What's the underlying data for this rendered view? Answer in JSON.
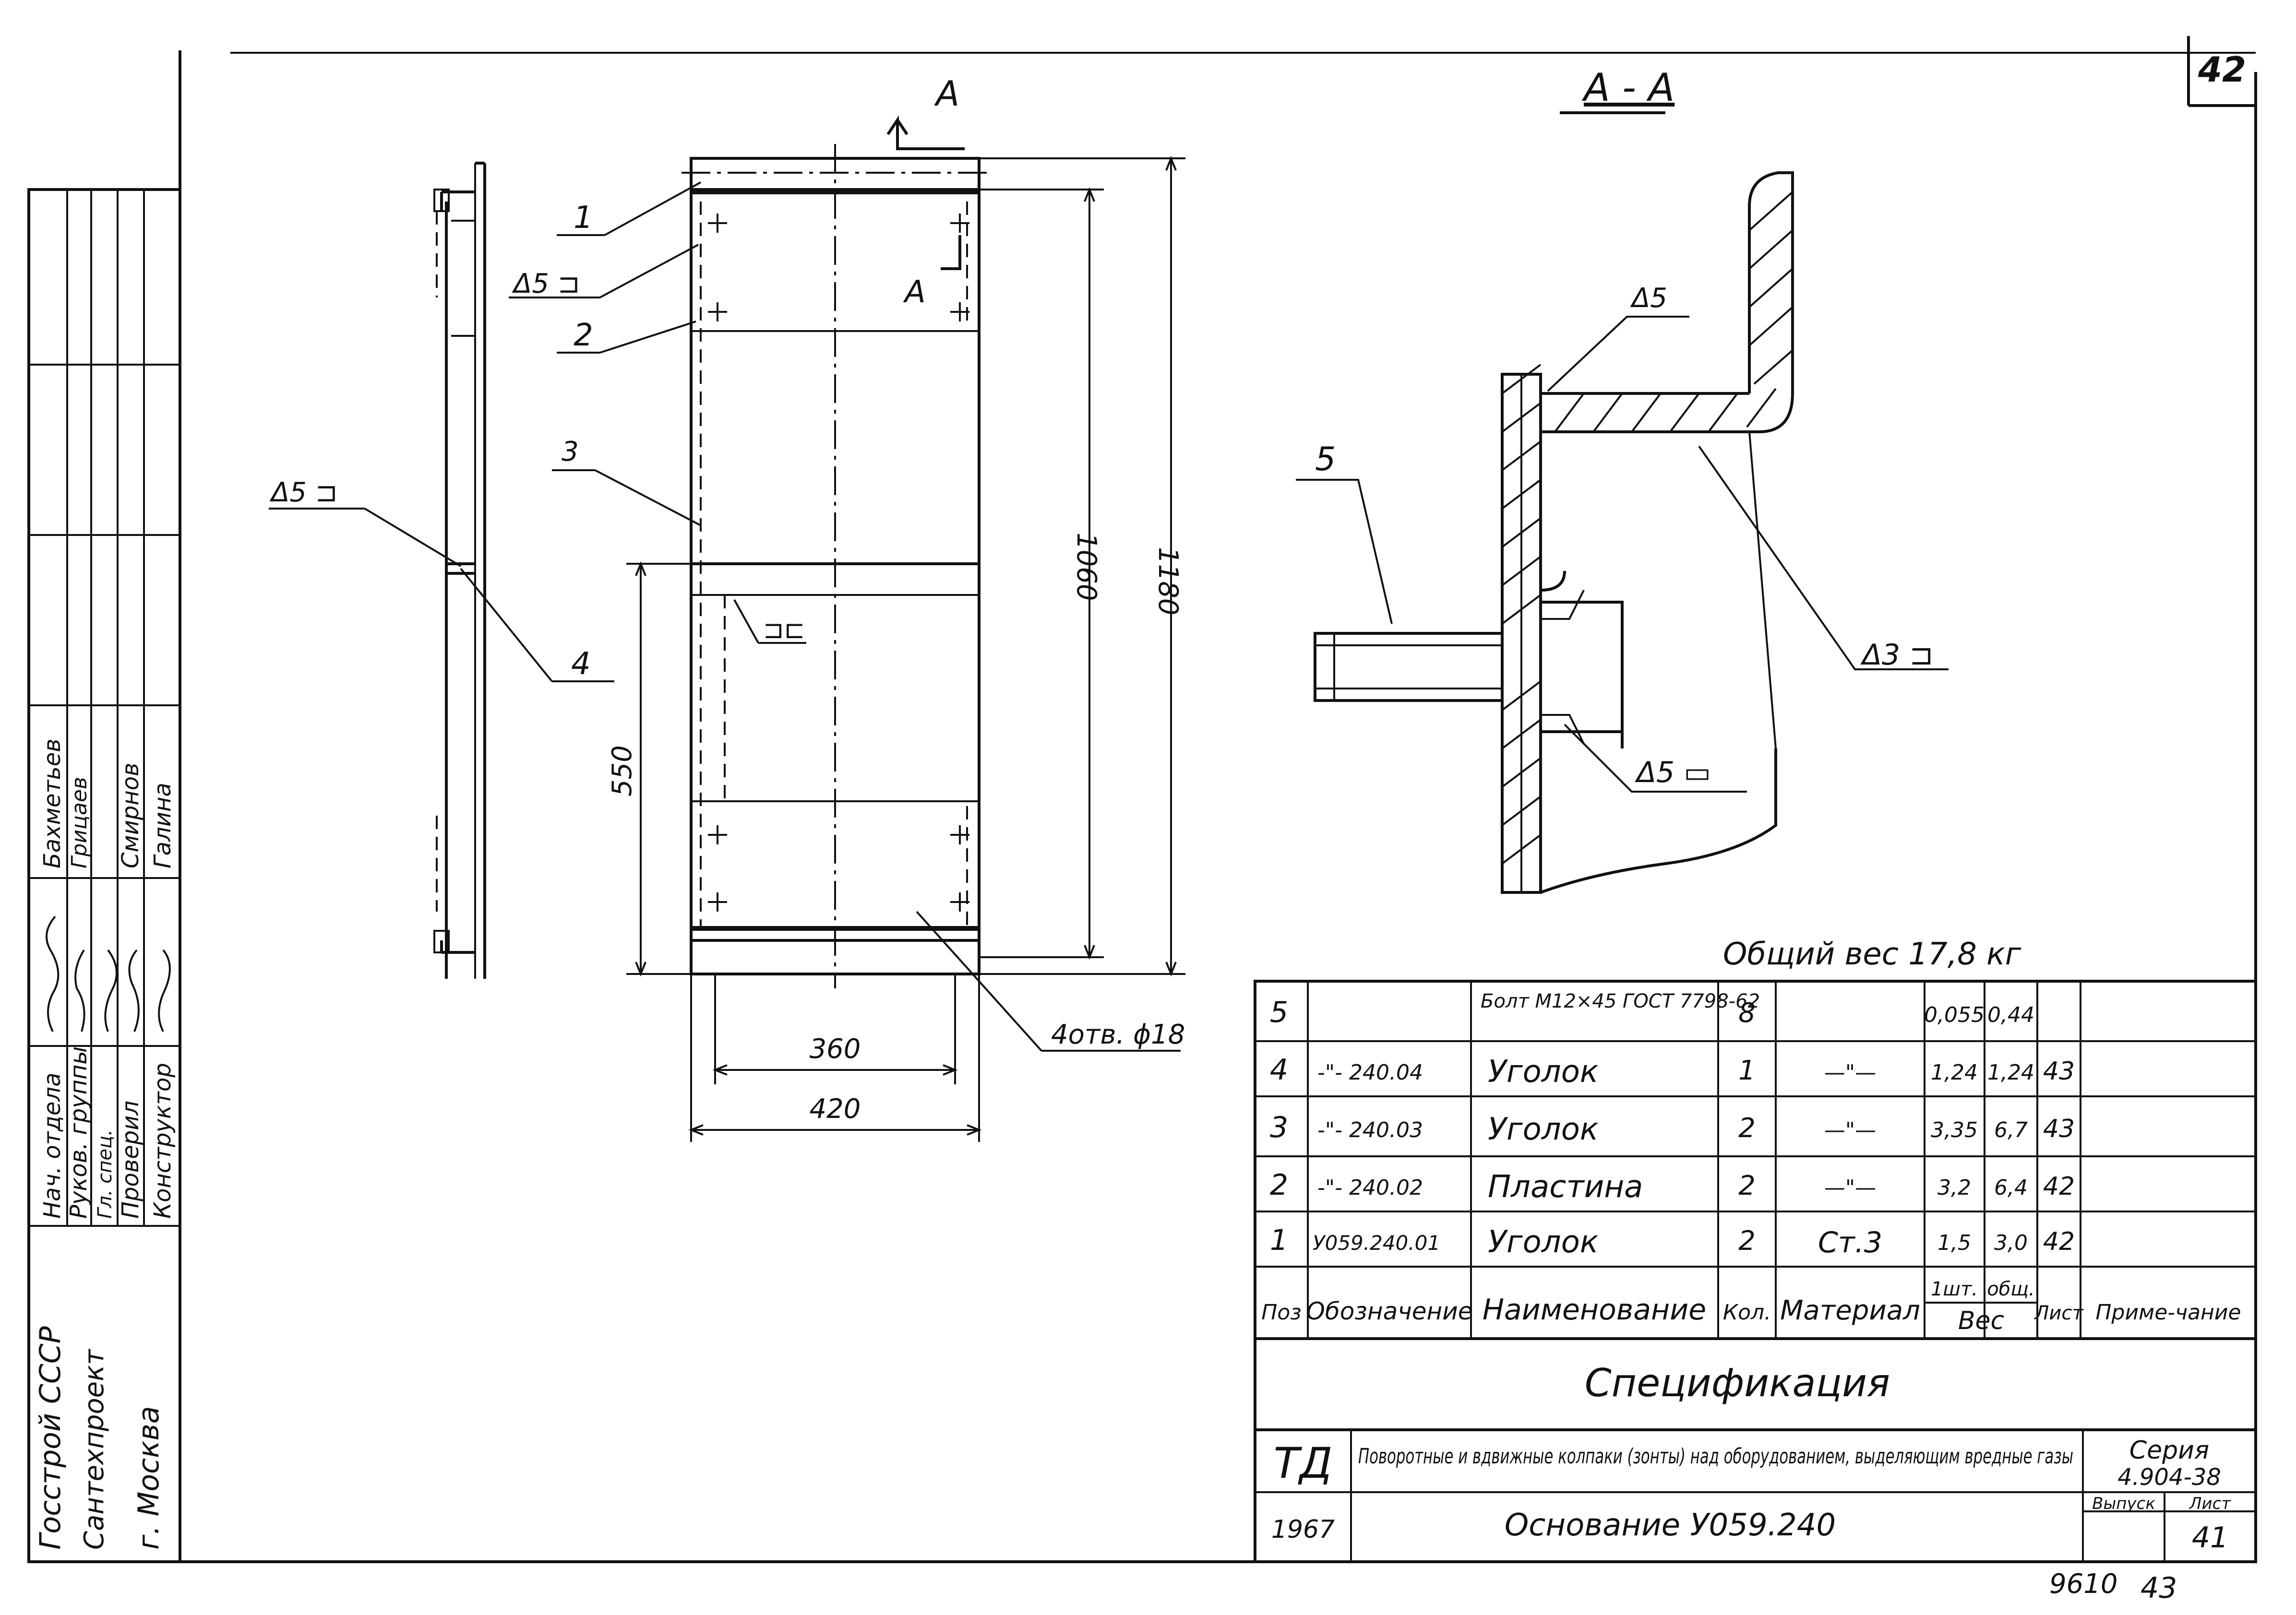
{
  "sheet_number": "42",
  "stamp_block": {
    "org_lines": [
      "Госстрой СССР",
      "Сантехпроект",
      "г. Москва"
    ],
    "roles": [
      "Нач. отдела",
      "Руков. группы",
      "Гл. спец.",
      "Проверил",
      "Конструктор"
    ],
    "names": [
      "Бахметьев",
      "Грицаев",
      "Смирнов",
      "Галина"
    ]
  },
  "views": {
    "left_view_label_weld": "Δ5 ⊐",
    "left_view_label_pos": "4",
    "front_view": {
      "section_marker": "A",
      "section_view_marker": "A",
      "callouts": [
        "1",
        "2",
        "3"
      ],
      "weld_label": "Δ5 ⊐",
      "weld_label_inner": "⊐⊏",
      "dim_1060": "1060",
      "dim_1180": "1180",
      "dim_550": "550",
      "dim_360": "360",
      "dim_420": "420",
      "holes_label": "4отв. ϕ18"
    },
    "section_aa": {
      "title": "А - А",
      "weld_top": "Δ5",
      "weld_right": "Δ3 ⊐",
      "weld_bottom": "Δ5 ▭",
      "pos_bolt": "5"
    }
  },
  "total_weight": "Общий вес 17,8 кг",
  "spec": {
    "headers": {
      "pos": "Поз",
      "designation": "Обозначение",
      "name": "Наименование",
      "qty": "Кол.",
      "material": "Материал",
      "weight": "Вес",
      "weight_unit": "1шт.",
      "weight_total": "общ.",
      "sheet": "Лист",
      "note": "Приме-чание"
    },
    "rows": [
      {
        "pos": "5",
        "designation": "",
        "name": "Болт М12×45 ГОСТ 7798-62",
        "qty": "8",
        "material": "",
        "w1": "0,055",
        "wt": "0,44",
        "sheet": ""
      },
      {
        "pos": "4",
        "designation": "-\"- 240.04",
        "name": "Уголок",
        "qty": "1",
        "material": "—\"—",
        "w1": "1,24",
        "wt": "1,24",
        "sheet": "43"
      },
      {
        "pos": "3",
        "designation": "-\"- 240.03",
        "name": "Уголок",
        "qty": "2",
        "material": "—\"—",
        "w1": "3,35",
        "wt": "6,7",
        "sheet": "43"
      },
      {
        "pos": "2",
        "designation": "-\"- 240.02",
        "name": "Пластина",
        "qty": "2",
        "material": "—\"—",
        "w1": "3,2",
        "wt": "6,4",
        "sheet": "42"
      },
      {
        "pos": "1",
        "designation": "У059.240.01",
        "name": "Уголок",
        "qty": "2",
        "material": "Ст.3",
        "w1": "1,5",
        "wt": "3,0",
        "sheet": "42"
      }
    ],
    "title": "Спецификация"
  },
  "title_block": {
    "td": "ТД",
    "description": "Поворотные и вдвижные колпаки (зонты) над оборудованием, выделяющим вредные газы",
    "series_label": "Серия",
    "series_value": "4.904-38",
    "year": "1967",
    "part_name": "Основание У059.240",
    "issue_label": "Выпуск",
    "sheet_label": "Лист",
    "sheet_value": "41"
  },
  "bottom_marks": {
    "code": "9610",
    "page": "43"
  }
}
